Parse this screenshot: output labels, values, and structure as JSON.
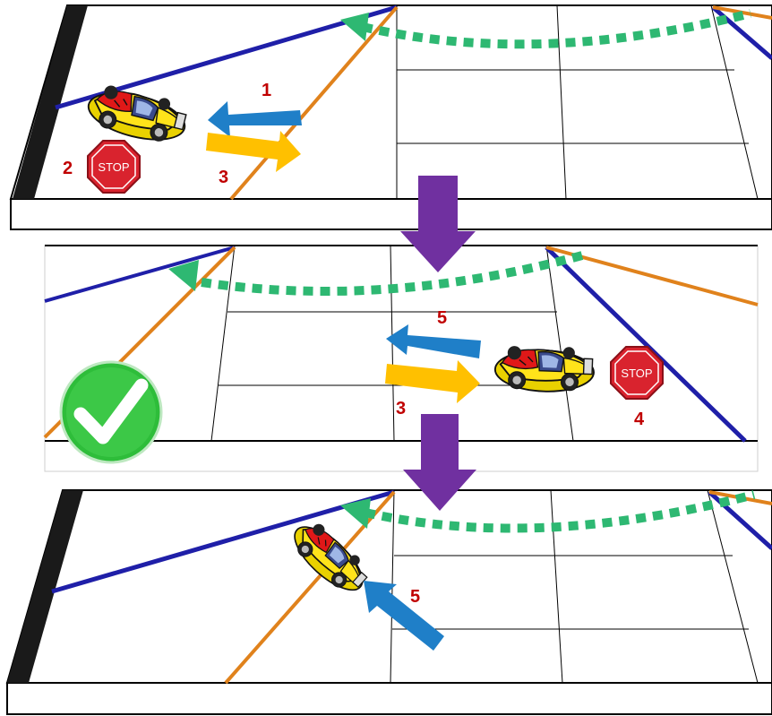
{
  "colors": {
    "blue_arrow": "#1f7fc8",
    "yellow_arrow": "#ffc000",
    "purple_arrow": "#7030a0",
    "green_path": "#2eb872",
    "step_label": "#c00000",
    "blue_line": "#1f1fa8",
    "orange_line": "#e0821c",
    "stop_sign": "#d9232e",
    "check_green": "#2ebd3a"
  },
  "stop_sign_text": "STOP",
  "panel_top": {
    "labels": {
      "step1": "1",
      "step2": "2",
      "step3": "3"
    },
    "icons": [
      "race-car-icon",
      "stop-sign-icon"
    ]
  },
  "panel_middle": {
    "labels": {
      "step3": "3",
      "step4": "4",
      "step5": "5"
    },
    "icons": [
      "race-car-icon",
      "stop-sign-icon",
      "checkmark-icon"
    ]
  },
  "panel_bottom": {
    "labels": {
      "step5": "5"
    },
    "icons": [
      "race-car-icon"
    ]
  },
  "transitions": [
    "purple-down-arrow",
    "purple-down-arrow"
  ]
}
